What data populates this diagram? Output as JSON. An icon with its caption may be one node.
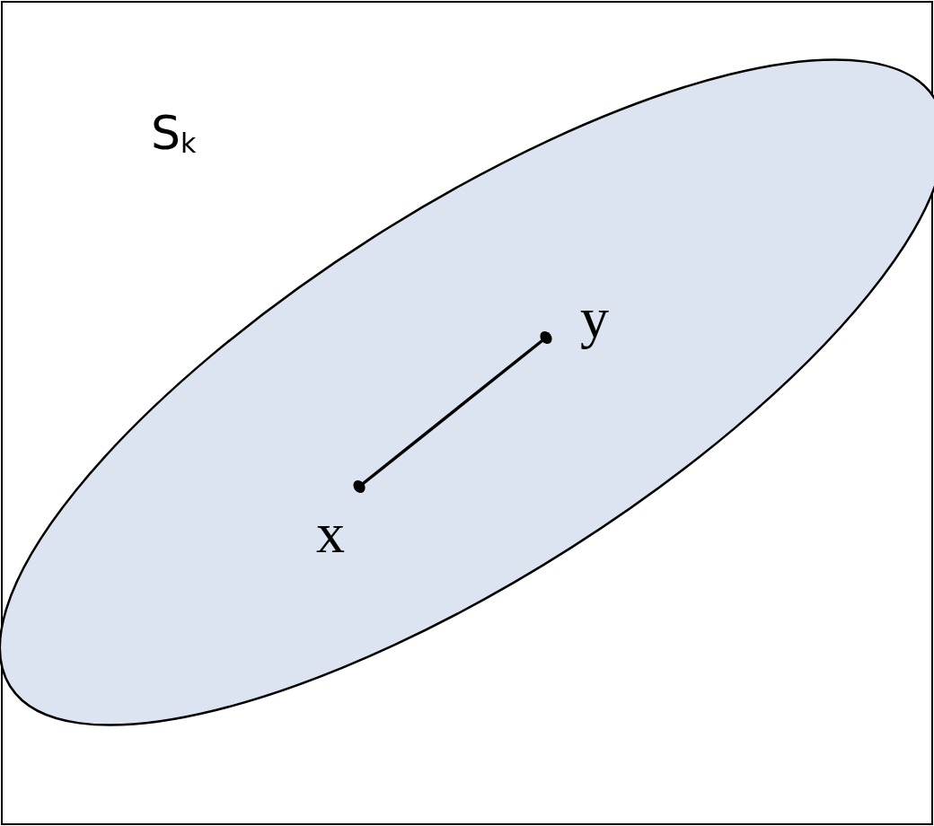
{
  "diagram": {
    "nodes": [
      {
        "text": [
          "x"
        ]
      },
      {
        "text": [
          "y"
        ]
      }
    ],
    "edges": [
      {
        "from": 0,
        "to": 1,
        "arrow": "none"
      }
    ],
    "labels": [
      "S$_{k}$"
    ]
  }
}
